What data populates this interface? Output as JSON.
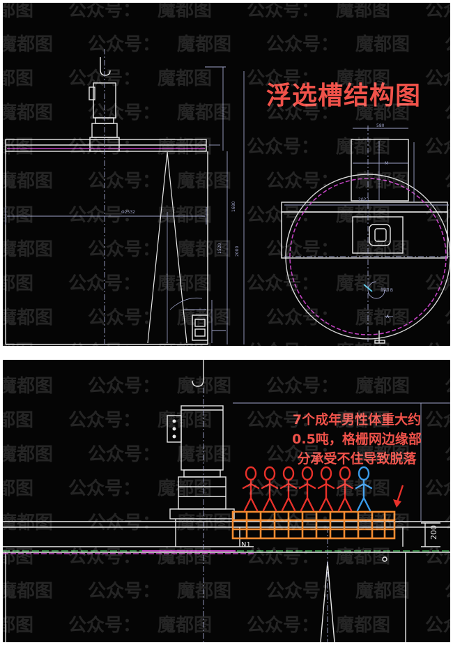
{
  "title": "浮选槽结构图",
  "annotation": {
    "lines": [
      "7个成年男性体重大约",
      "0.5吨，格栅网边缘部",
      "分承受不住导致脱落"
    ]
  },
  "labels": {
    "nozzle": "N1",
    "height_dim": "200"
  },
  "watermark": {
    "segments": [
      "魔都图",
      "公众号："
    ]
  },
  "figures": {
    "red_count": 6,
    "blue_count": 1,
    "red_color": "#e8312a",
    "blue_color": "#3a9bea"
  },
  "colors": {
    "drawing_white": "#e8e8e8",
    "dimension": "#9fa3c9",
    "magenta": "#c042c0",
    "annotation": "#f0524a",
    "grating": "#f28b30"
  }
}
